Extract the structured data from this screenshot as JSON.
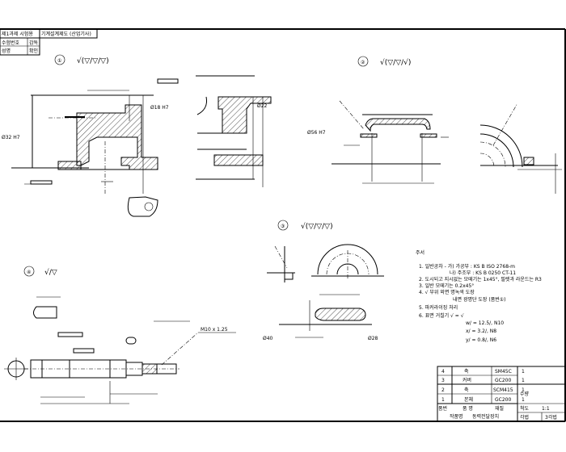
{
  "header_box": {
    "title_left": "제1과제 시험용",
    "title_right": "기계설계제도 (산업기사)",
    "row1_label": "수험번호",
    "row1_value": "감독",
    "row2_label": "성명",
    "row2_value": "확인"
  },
  "views": [
    {
      "number": "①",
      "finish": "√(▽/▽/▽)"
    },
    {
      "number": "②",
      "finish": "√(▽/▽/√)"
    },
    {
      "number": "③",
      "finish": "√(▽/▽/▽)"
    },
    {
      "number": "④",
      "finish": "√/▽"
    }
  ],
  "notes": {
    "heading": "주서",
    "lines": [
      "1. 일반공차 - 가) 가공부 : KS B ISO 2768-m",
      "나) 주조부 : KS B 0250 CT-11",
      "2. 도시되고 지시없는 모떼기는 1x45°, 필렛과 라운드는 R3",
      "3. 일반 모떼기는 0.2x45°",
      "4. √ 부위 외면 명녹색 도장",
      "내면 광명단 도장 (품번①)",
      "5. 파커라이징 처리",
      "6. 표면 거칠기  √ = √",
      "w/ = 12.5/, N10",
      "x/ = 3.2/, N8",
      "y/ = 0.8/, N6"
    ]
  },
  "title_block": {
    "rows": [
      {
        "no": "4",
        "name": "축",
        "material": "SM45C",
        "qty": "1"
      },
      {
        "no": "3",
        "name": "커버",
        "material": "GC200",
        "qty": "1"
      },
      {
        "no": "2",
        "name": "축",
        "material": "SCM415",
        "qty": "1"
      },
      {
        "no": "1",
        "name": "본체",
        "material": "GC200",
        "qty": "1"
      }
    ],
    "header_no": "품번",
    "header_name": "품 명",
    "header_material": "재질",
    "header_qty": "수량",
    "work_name_label": "작품명",
    "work_name": "동력전달장치",
    "scale_label": "척도",
    "scale_value": "1:1",
    "projection_label": "각법",
    "projection_value": "3각법"
  }
}
